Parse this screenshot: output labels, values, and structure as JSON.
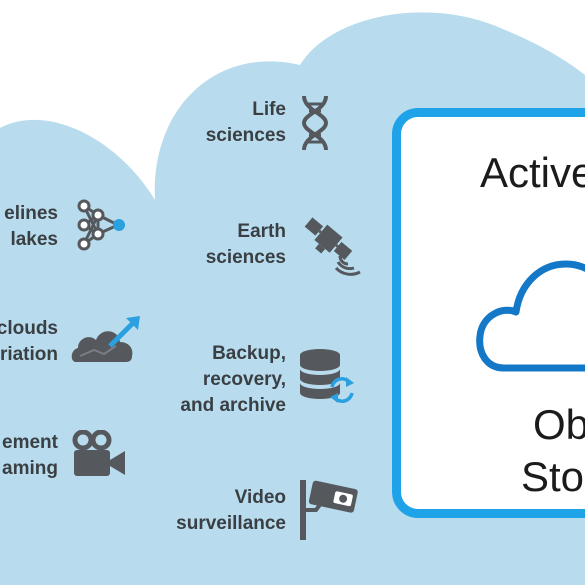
{
  "left_items": [
    {
      "lines": [
        "elines",
        "lakes"
      ],
      "icon": "neural-network-icon"
    },
    {
      "lines": [
        "clouds",
        "riation"
      ],
      "icon": "cloud-migration-icon"
    },
    {
      "lines": [
        "ement",
        "aming"
      ],
      "icon": "video-camera-icon"
    }
  ],
  "center_items": [
    {
      "lines": [
        "Life",
        "sciences"
      ],
      "icon": "dna-icon"
    },
    {
      "lines": [
        "Earth",
        "sciences"
      ],
      "icon": "satellite-icon"
    },
    {
      "lines": [
        "Backup,",
        "recovery,",
        "and archive"
      ],
      "icon": "database-sync-icon"
    },
    {
      "lines": [
        "Video",
        "surveillance"
      ],
      "icon": "security-camera-icon"
    }
  ],
  "panel": {
    "title": "Active",
    "subtitle_line1": "Ob",
    "subtitle_line2": "Sto",
    "icon": "cloud-icon"
  },
  "colors": {
    "cloud_background": "#b8dcee",
    "icon_gray": "#55595e",
    "accent_blue": "#2aa0e0",
    "panel_border": "#1fa3e8",
    "cloud_outline": "#1478c8"
  }
}
